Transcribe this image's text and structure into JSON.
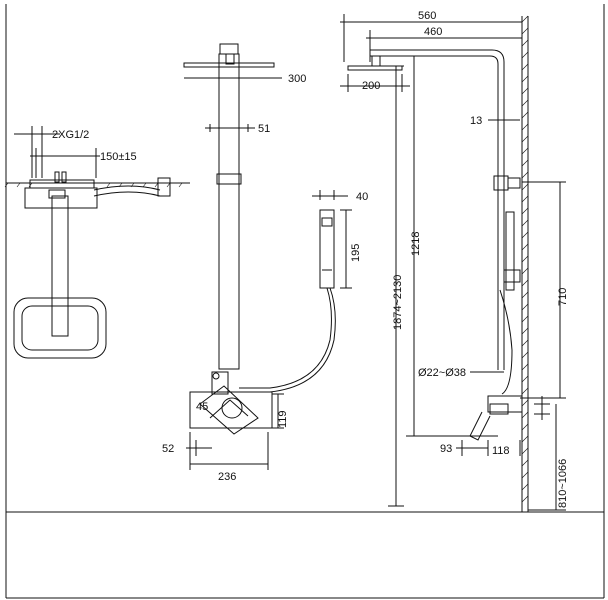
{
  "dimensions": {
    "overall_width": "560",
    "arm_length": "460",
    "head_width": "200",
    "head_size": "300",
    "wall_gap": "13",
    "pipe_diameter": "51",
    "connection": "2XG1/2",
    "center_distance": "150±15",
    "hand_width": "40",
    "hand_length": "195",
    "overall_height": "1874~2130",
    "riser_height": "1218",
    "bracket_spacing": "710",
    "clamp_range": "Ø22~Ø38",
    "mixer_depth": "93",
    "mixer_wall": "118",
    "mixer_height": "119",
    "mixer_width": "236",
    "mixer_inner": "45",
    "mixer_offset": "52",
    "install_height": "810~1066"
  },
  "colors": {
    "line": "#111111",
    "background": "#ffffff"
  }
}
